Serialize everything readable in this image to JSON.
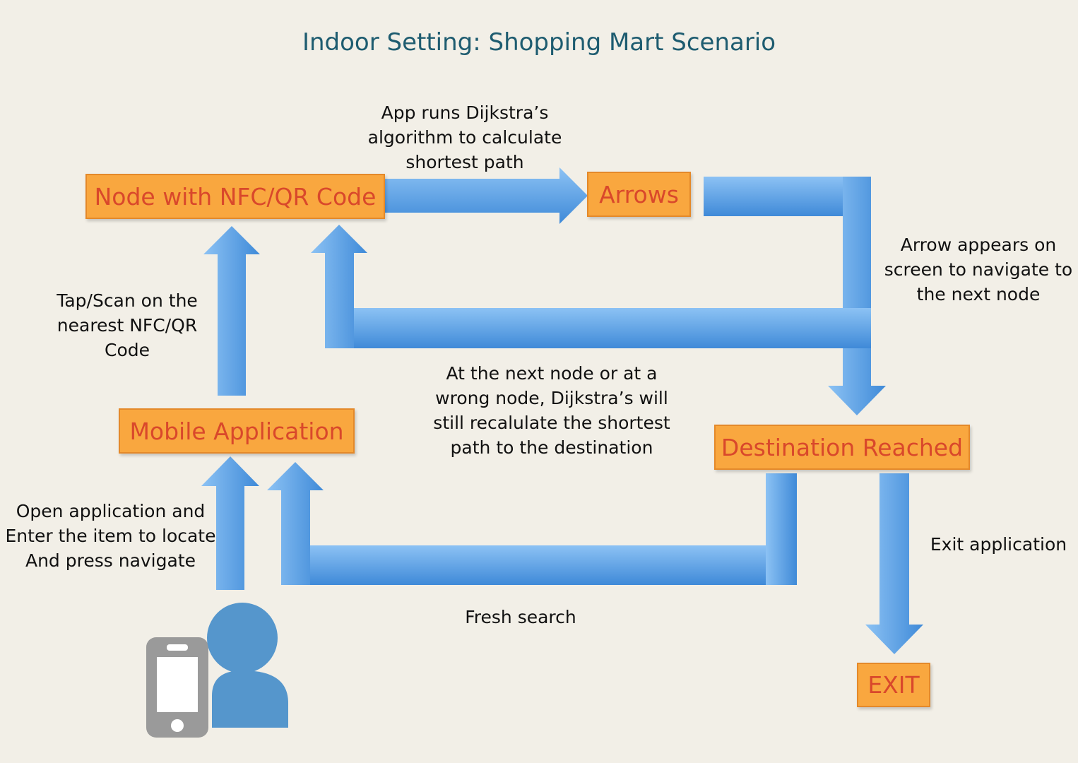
{
  "title": "Indoor Setting: Shopping Mart Scenario",
  "nodes": {
    "node_nfc": "Node with NFC/QR Code",
    "arrows": "Arrows",
    "mobile_app": "Mobile Application",
    "destination": "Destination Reached",
    "exit": "EXIT"
  },
  "labels": {
    "dijkstra_1": "App runs Dijkstra’s",
    "dijkstra_2": "algorithm to calculate",
    "dijkstra_3": "shortest path",
    "arrow_appears_1": "Arrow appears on",
    "arrow_appears_2": "screen to navigate to",
    "arrow_appears_3": "the next node",
    "tap_scan_1": "Tap/Scan on the",
    "tap_scan_2": "nearest  NFC/QR",
    "tap_scan_3": "Code",
    "recalc_1": "At the next node or at a",
    "recalc_2": "wrong node, Dijkstra’s will",
    "recalc_3": "still recalulate the shortest",
    "recalc_4": "path to the destination",
    "open_app_1": "Open application and",
    "open_app_2": "Enter the item to locate",
    "open_app_3": "And press navigate",
    "fresh_search": "Fresh search",
    "exit_app": "Exit application"
  },
  "colors": {
    "node_fill": "#f9a73f",
    "node_text": "#d9482b",
    "arrow_blue": "#5aa3e8",
    "person_blue": "#5596cc",
    "phone_grey": "#9a9a9a"
  },
  "icons": [
    "person-icon",
    "phone-icon"
  ]
}
